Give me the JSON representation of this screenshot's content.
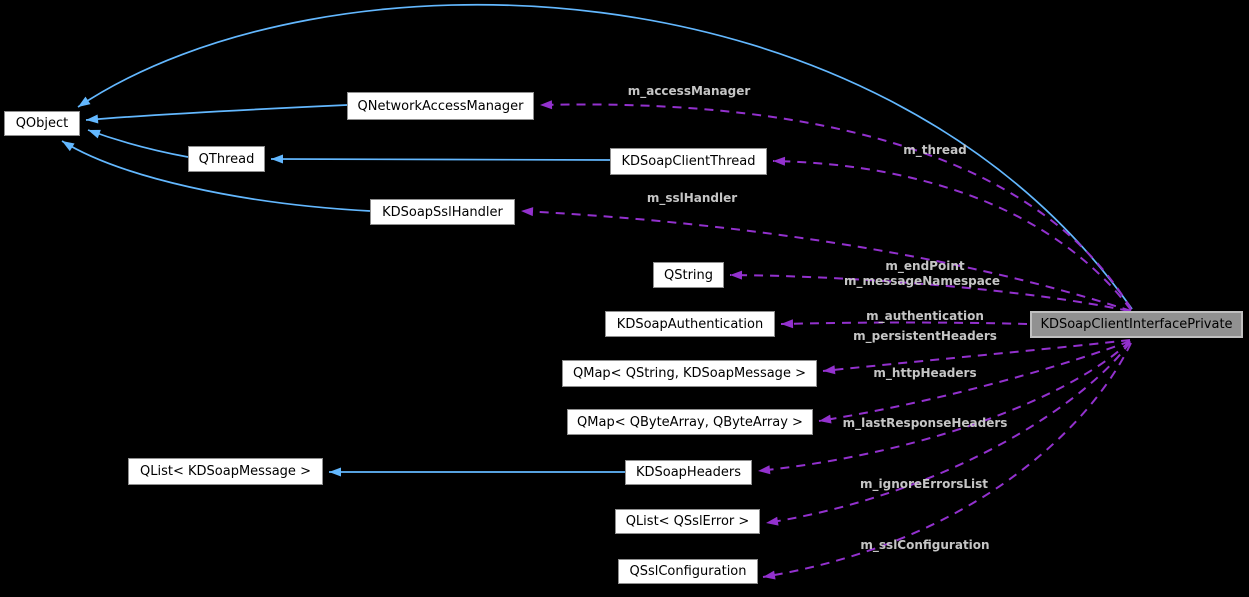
{
  "diagram": {
    "type": "collaboration-graph",
    "focus_node": "KDSoapClientInterfacePrivate",
    "colors": {
      "background": "#000000",
      "inheritance_edge": "#63B8FF",
      "usage_edge": "#9331CE",
      "edge_label_text": "#C5C5C5",
      "node_background": "#FFFFFF",
      "node_border": "#8F8F8F",
      "node_text": "#000000",
      "focus_node_background": "#919191",
      "focus_node_border": "#C0C0C0"
    },
    "nodes": [
      {
        "label": "QObject"
      },
      {
        "label": "QNetworkAccessManager"
      },
      {
        "label": "QThread"
      },
      {
        "label": "KDSoapClientThread"
      },
      {
        "label": "KDSoapSslHandler"
      },
      {
        "label": "QString"
      },
      {
        "label": "KDSoapAuthentication"
      },
      {
        "label": "QMap< QString, KDSoapMessage >"
      },
      {
        "label": "QMap< QByteArray, QByteArray >"
      },
      {
        "label": "QList< KDSoapMessage >"
      },
      {
        "label": "KDSoapHeaders"
      },
      {
        "label": "QList< QSslError >"
      },
      {
        "label": "QSslConfiguration"
      },
      {
        "label": "KDSoapClientInterfacePrivate"
      }
    ],
    "edge_labels": [
      {
        "text": "m_accessManager"
      },
      {
        "text": "m_thread"
      },
      {
        "text": "m_sslHandler"
      },
      {
        "text": "m_endPoint"
      },
      {
        "text": "m_messageNamespace"
      },
      {
        "text": "m_authentication"
      },
      {
        "text": "m_persistentHeaders"
      },
      {
        "text": "m_httpHeaders"
      },
      {
        "text": "m_lastResponseHeaders"
      },
      {
        "text": "m_ignoreErrorsList"
      },
      {
        "text": "m_sslConfiguration"
      }
    ],
    "edges": [
      {
        "from": "KDSoapClientInterfacePrivate",
        "to": "QObject",
        "kind": "inheritance"
      },
      {
        "from": "QNetworkAccessManager",
        "to": "QObject",
        "kind": "inheritance"
      },
      {
        "from": "QThread",
        "to": "QObject",
        "kind": "inheritance"
      },
      {
        "from": "KDSoapSslHandler",
        "to": "QObject",
        "kind": "inheritance"
      },
      {
        "from": "KDSoapClientThread",
        "to": "QThread",
        "kind": "inheritance"
      },
      {
        "from": "KDSoapHeaders",
        "to": "QList< KDSoapMessage >",
        "kind": "inheritance"
      },
      {
        "from": "KDSoapClientInterfacePrivate",
        "to": "QNetworkAccessManager",
        "kind": "usage",
        "label": "m_accessManager"
      },
      {
        "from": "KDSoapClientInterfacePrivate",
        "to": "KDSoapClientThread",
        "kind": "usage",
        "label": "m_thread"
      },
      {
        "from": "KDSoapClientInterfacePrivate",
        "to": "KDSoapSslHandler",
        "kind": "usage",
        "label": "m_sslHandler"
      },
      {
        "from": "KDSoapClientInterfacePrivate",
        "to": "QString",
        "kind": "usage",
        "label": "m_endPoint / m_messageNamespace"
      },
      {
        "from": "KDSoapClientInterfacePrivate",
        "to": "KDSoapAuthentication",
        "kind": "usage",
        "label": "m_authentication"
      },
      {
        "from": "KDSoapClientInterfacePrivate",
        "to": "QMap< QString, KDSoapMessage >",
        "kind": "usage",
        "label": "m_persistentHeaders"
      },
      {
        "from": "KDSoapClientInterfacePrivate",
        "to": "QMap< QByteArray, QByteArray >",
        "kind": "usage",
        "label": "m_httpHeaders"
      },
      {
        "from": "KDSoapClientInterfacePrivate",
        "to": "KDSoapHeaders",
        "kind": "usage",
        "label": "m_lastResponseHeaders"
      },
      {
        "from": "KDSoapClientInterfacePrivate",
        "to": "QList< QSslError >",
        "kind": "usage",
        "label": "m_ignoreErrorsList"
      },
      {
        "from": "KDSoapClientInterfacePrivate",
        "to": "QSslConfiguration",
        "kind": "usage",
        "label": "m_sslConfiguration"
      }
    ]
  }
}
